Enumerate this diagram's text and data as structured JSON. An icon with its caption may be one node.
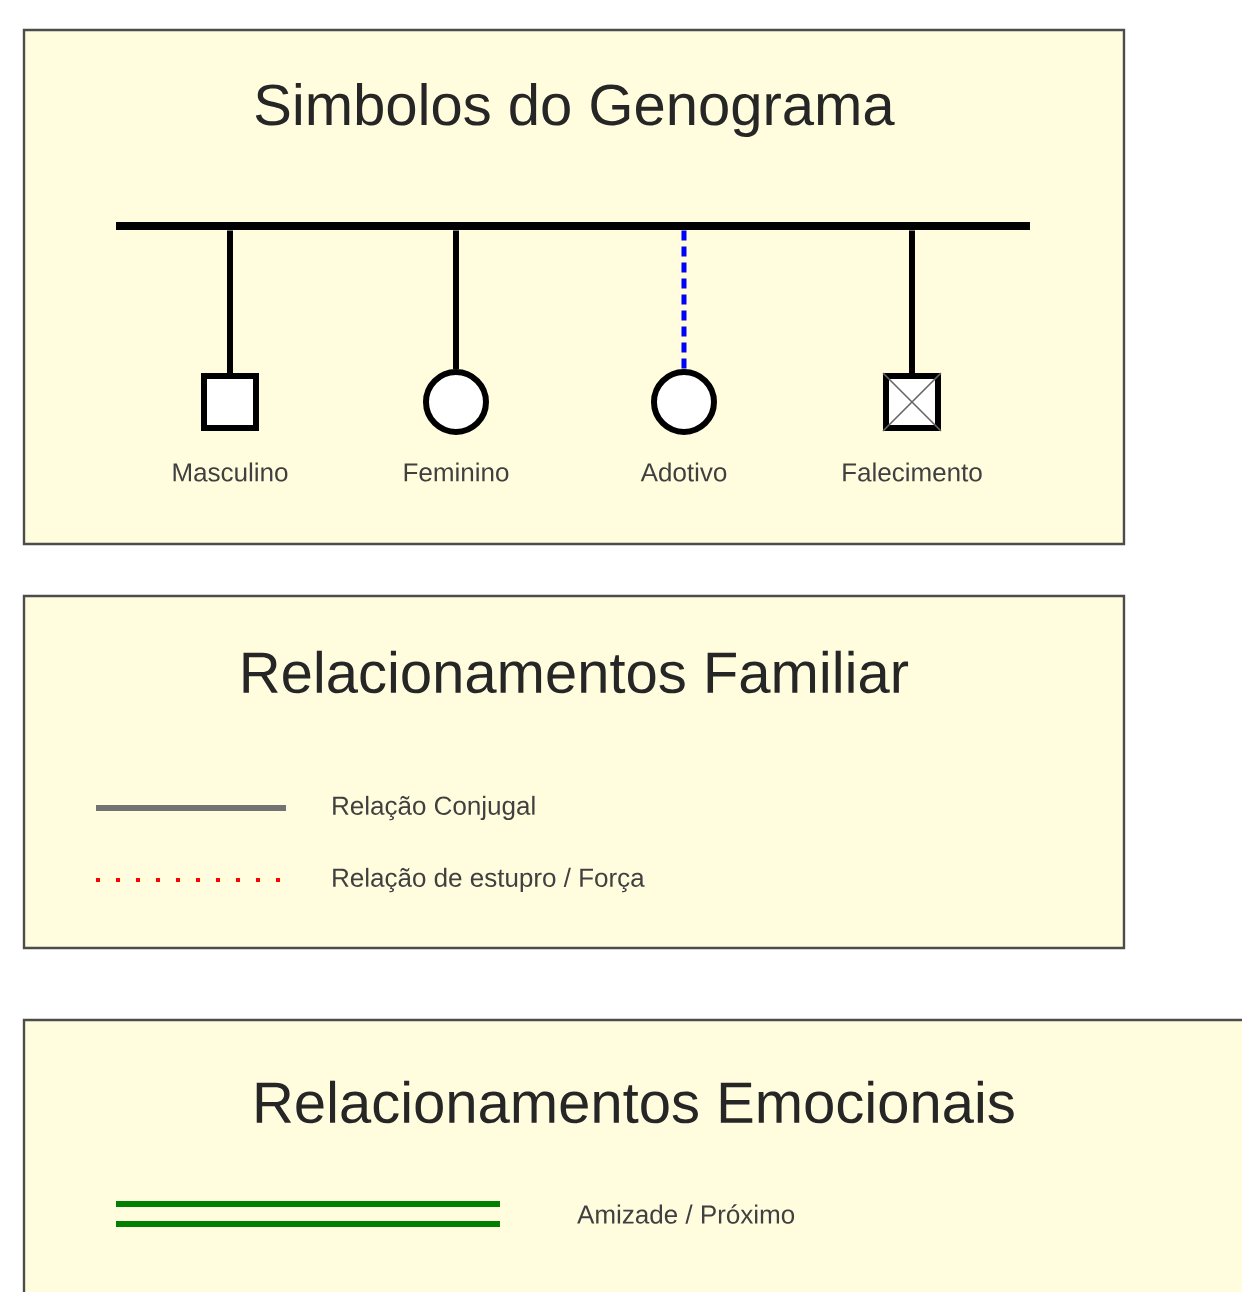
{
  "diagram": {
    "nodes": [
      {
        "text": [
          "Simbolos do Genograma"
        ]
      },
      {
        "text": [],
        "shape": "bar",
        "in": 0
      },
      {
        "text": [],
        "shape": "box",
        "in": 0,
        "beside": [
          "Masculino"
        ]
      },
      {
        "text": [],
        "shape": "circle",
        "in": 0,
        "beside": [
          "Feminino"
        ]
      },
      {
        "text": [],
        "shape": "circle",
        "in": 0,
        "beside": [
          "Adotivo"
        ]
      },
      {
        "text": [],
        "shape": "crossed-box",
        "in": 0,
        "beside": [
          "Falecimento"
        ]
      },
      {
        "text": [
          "Relacionamentos Familiar"
        ]
      },
      {
        "text": [
          "Relacionamentos Emocionais"
        ]
      }
    ],
    "edges": [
      {
        "from": 1,
        "to": 2,
        "arrow": "none"
      },
      {
        "from": 1,
        "to": 3,
        "arrow": "none"
      },
      {
        "from": 1,
        "to": 4,
        "arrow": "none",
        "style": "dashed",
        "color": "#0000ff"
      },
      {
        "from": 1,
        "to": 5,
        "arrow": "none"
      }
    ],
    "legend": [
      {
        "text": "Relação Conjugal"
      },
      {
        "text": "Relação de estupro / Força"
      },
      {
        "text": "Amizade / Próximo"
      }
    ]
  }
}
